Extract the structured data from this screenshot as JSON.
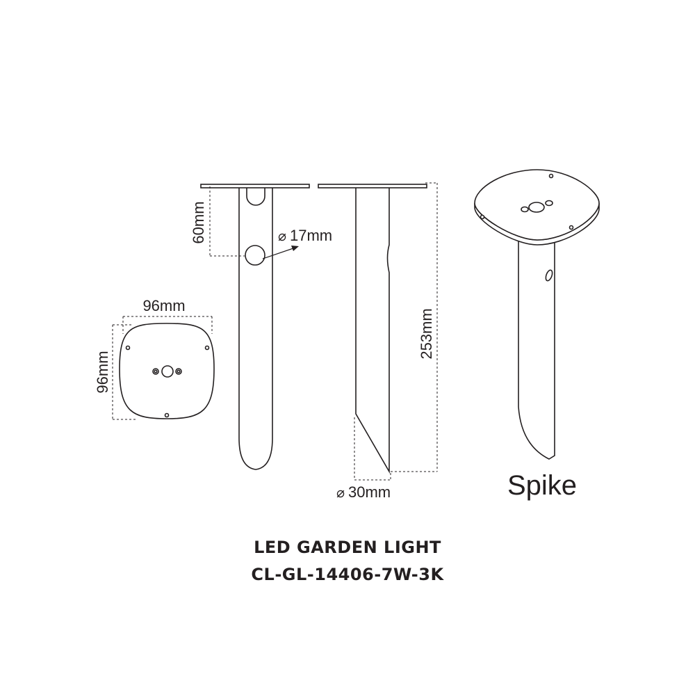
{
  "dimensions": {
    "top_offset": "60mm",
    "hole_diameter": "17mm",
    "plate_width": "96mm",
    "plate_height": "96mm",
    "spike_length": "253mm",
    "spike_diameter": "30mm",
    "diameter_symbol": "⌀"
  },
  "perspective_label": "Spike",
  "product": {
    "name": "LED GARDEN LIGHT",
    "model": "CL-GL-14406-7W-3K"
  },
  "colors": {
    "line": "#231f20",
    "dim_line": "#231f20",
    "background": "#ffffff"
  }
}
